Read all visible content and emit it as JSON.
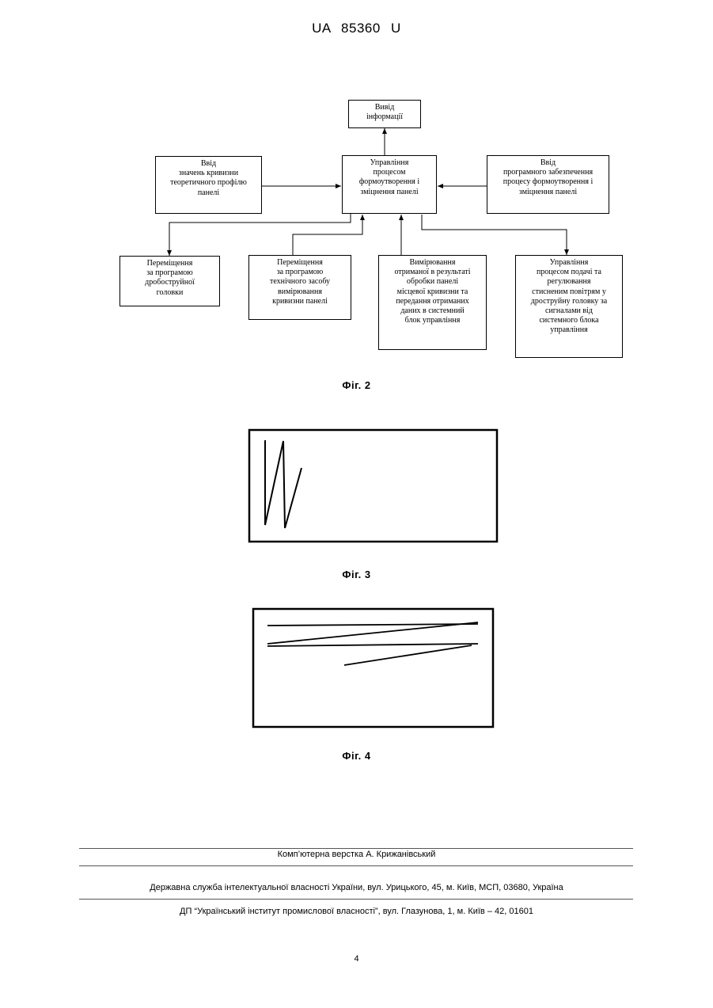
{
  "header": {
    "patent_number": "UA   85360   U"
  },
  "figure2": {
    "caption": "Фіг. 2",
    "boxes": {
      "output": "Вивід\nінформації",
      "control": "Управління\nпроцесом\nформоутворення і\nзміцнення панелі",
      "curvature_input": "Ввід\nзначень кривизни\nтеоретичного профілю\nпанелі",
      "software_input": "Ввід\nпрограмного забезпечення\nпроцесу формоутворення і\nзміцнення панелі",
      "shot_head_move": "Переміщення\nза програмою\nдробоструйної\nголовки",
      "measure_tool_move": "Переміщення\nза програмою\nтехнічного засобу\nвимірювання\nкривизни панелі",
      "measurement": "Вимірювання\nотриманої в результаті\nобробки панелі\nмісцевої кривизни та\nпередання отриманих\nданих в системний\nблок управління",
      "air_control": "Управління\nпроцесом подачі та\nрегулювання\nстисненим повітрям у\nдроструйну головку за\nсигналами від\nсистемного блока\nуправління"
    }
  },
  "figure3": {
    "caption": "Фіг. 3"
  },
  "figure4": {
    "caption": "Фіг. 4"
  },
  "footer": {
    "layout_credit": "Комп’ютерна верстка А. Крижанівський",
    "agency": "Державна служба інтелектуальної власності України, вул. Урицького, 45, м. Київ, МСП, 03680, Україна",
    "institute": "ДП “Український інститут промислової власності”, вул. Глазунова, 1, м. Київ – 42, 01601"
  },
  "page_number": "4"
}
